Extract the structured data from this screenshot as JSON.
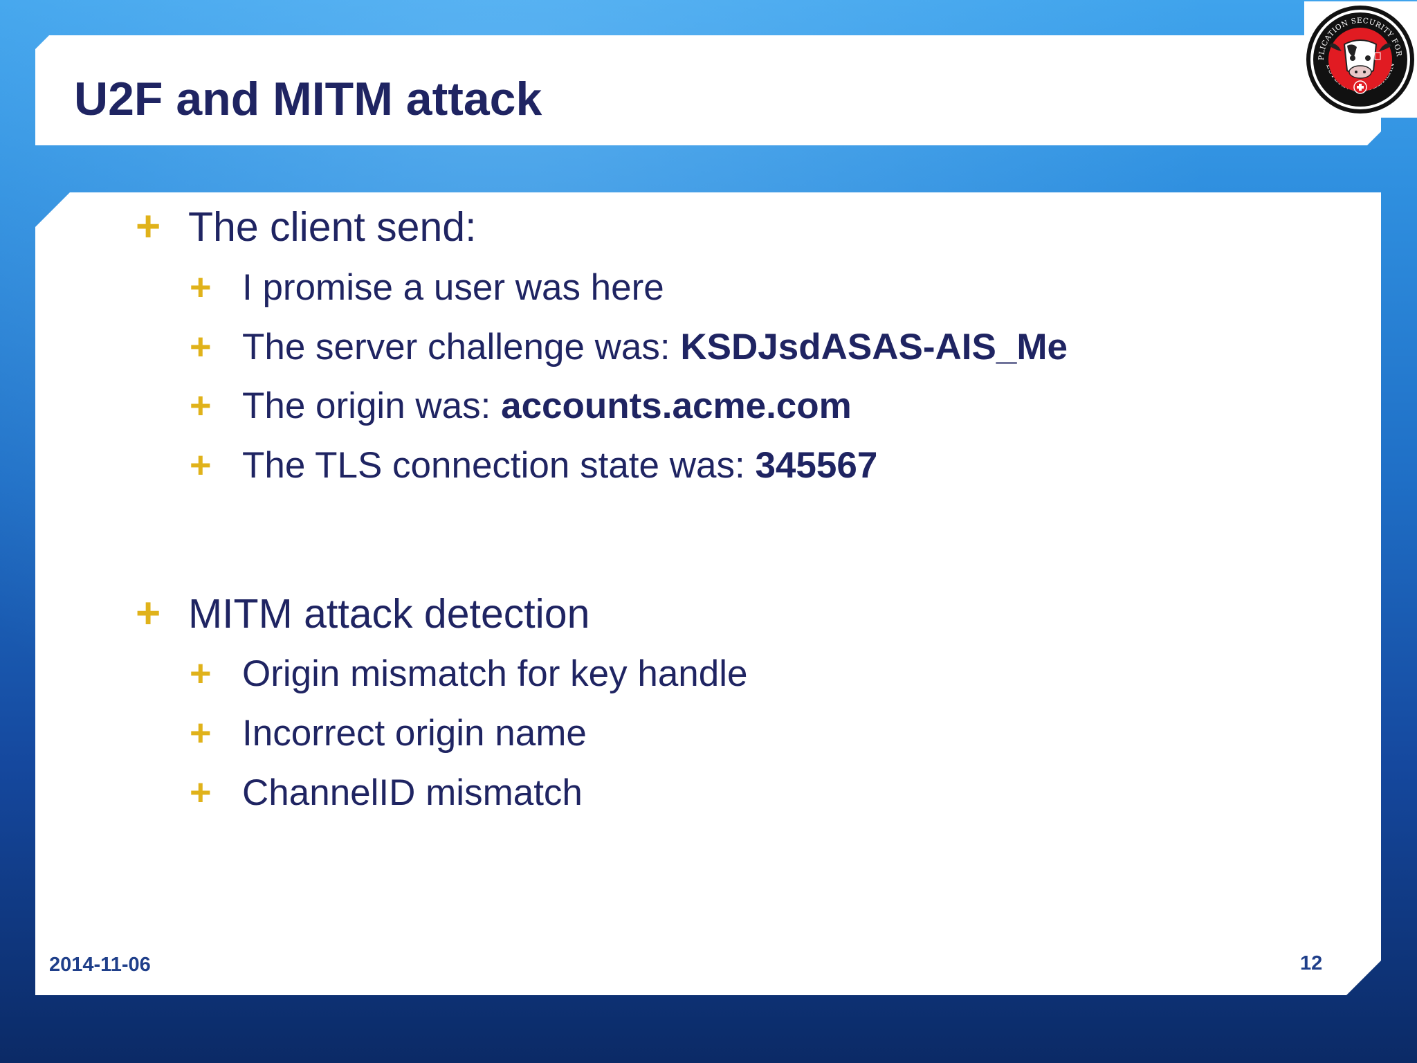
{
  "slide": {
    "title": "U2F and MITM attack",
    "bullet_marker": "+",
    "section1": {
      "heading": "The client send:",
      "items": [
        {
          "text": "I promise a user was here",
          "bold": ""
        },
        {
          "text": "The server challenge was: ",
          "bold": "KSDJsdASAS-AIS_Me"
        },
        {
          "text": "The origin was: ",
          "bold": "accounts.acme.com"
        },
        {
          "text": "The TLS connection state was: ",
          "bold": "345567"
        }
      ]
    },
    "section2": {
      "heading": "MITM attack detection",
      "items": [
        {
          "text": "Origin mismatch for key handle"
        },
        {
          "text": "Incorrect origin name"
        },
        {
          "text": "ChannelID mismatch"
        }
      ]
    },
    "footer": {
      "date": "2014-11-06",
      "page_number": "12"
    },
    "logo": {
      "icon": "application-security-forum-logo",
      "ring_text_top": "APPLICATION SECURITY FORUM",
      "ring_text_bottom": "WESTERN SWITZERLAND"
    },
    "colors": {
      "title_text": "#1f2462",
      "bullet_marker": "#e0b21a",
      "footer_text": "#1f3f8a"
    }
  }
}
